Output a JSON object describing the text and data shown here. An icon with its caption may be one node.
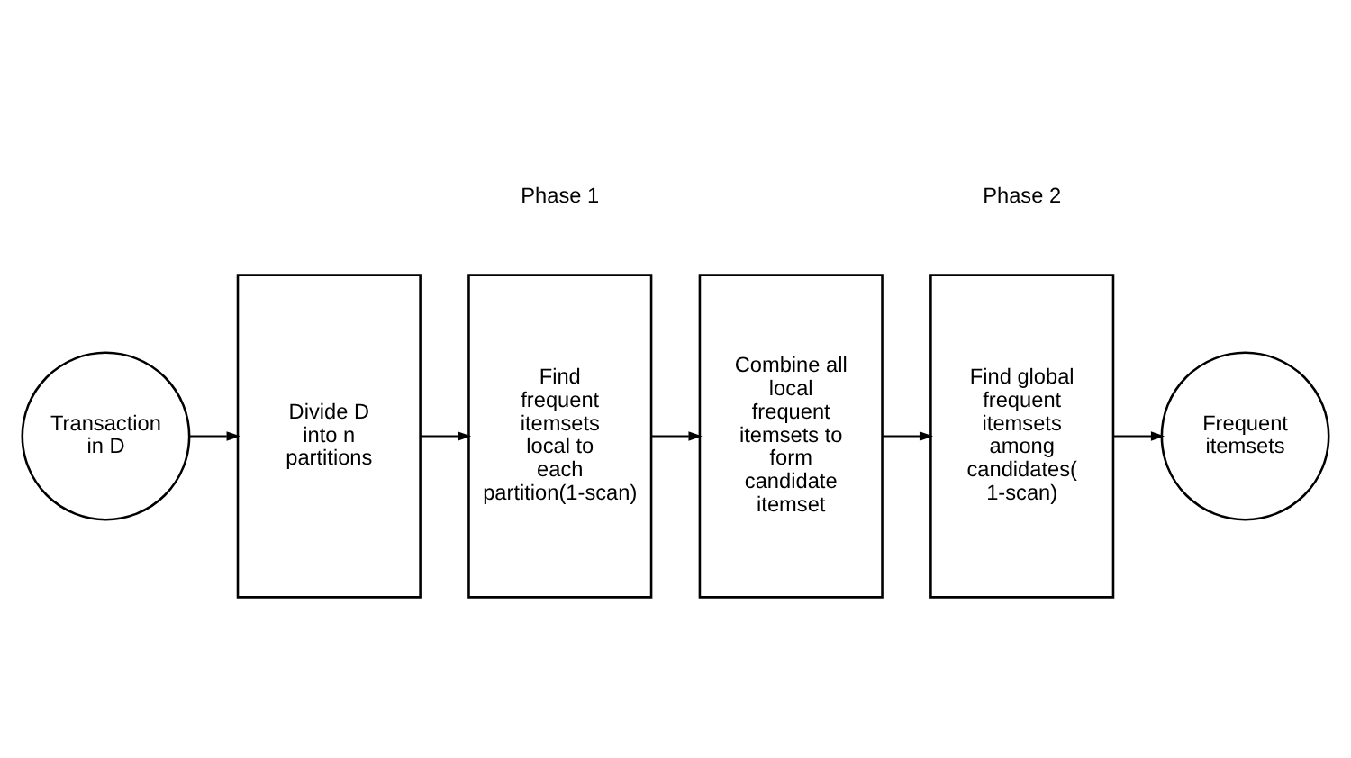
{
  "diagram": {
    "nodes": [
      {
        "text": [
          "Transaction in D"
        ]
      },
      {
        "text": [
          "Divide D into n partitions"
        ]
      },
      {
        "text": [
          "Find frequent itemsets local to each partition(1-scan)"
        ]
      },
      {
        "text": [
          "Combine all local frequent itemsets to form candidate itemset"
        ]
      },
      {
        "text": [
          "Find global frequent itemsets among candidates( 1-scan)"
        ]
      },
      {
        "text": [
          "Frequent itemsets"
        ]
      }
    ],
    "edges": [
      {
        "from": 0,
        "to": 1,
        "arrow": "to"
      },
      {
        "from": 1,
        "to": 2,
        "arrow": "to"
      },
      {
        "from": 2,
        "to": 3,
        "arrow": "to"
      },
      {
        "from": 3,
        "to": 4,
        "arrow": "to"
      },
      {
        "from": 4,
        "to": 5,
        "arrow": "to"
      }
    ],
    "labels": [
      "Phase 1",
      "Phase 2"
    ]
  }
}
